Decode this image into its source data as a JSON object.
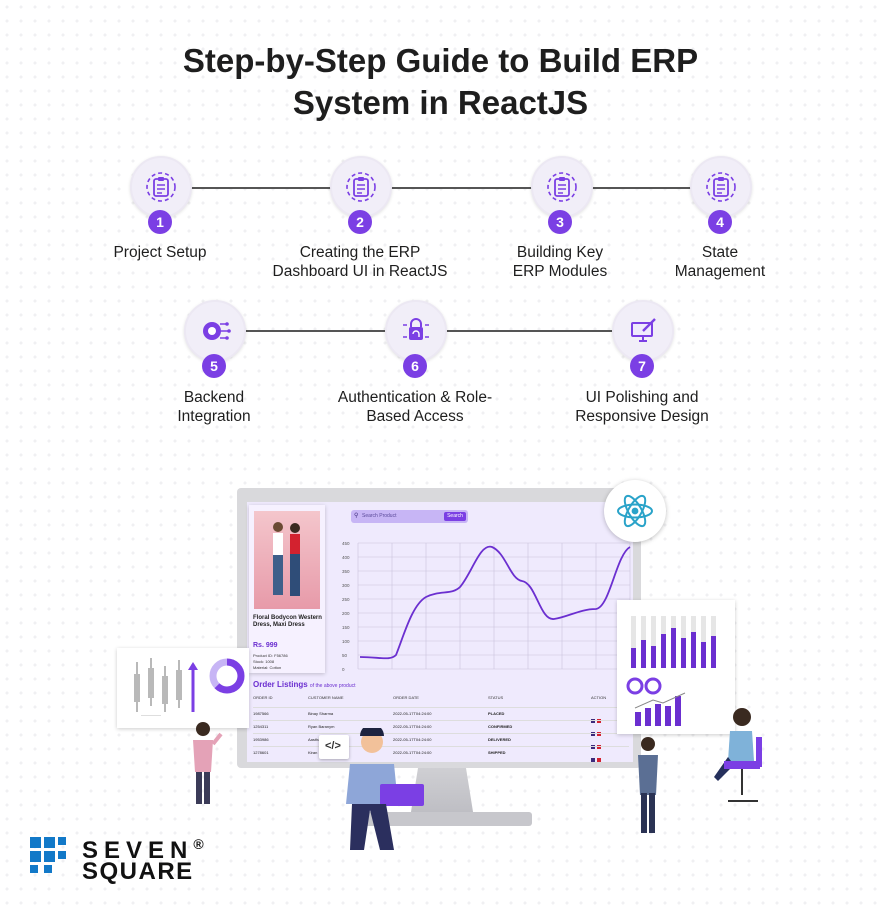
{
  "title_line1": "Step-by-Step Guide to Build ERP",
  "title_line2": "System in ReactJS",
  "steps": [
    {
      "num": "1",
      "line1": "Project Setup",
      "line2": ""
    },
    {
      "num": "2",
      "line1": "Creating the ERP",
      "line2": "Dashboard UI in ReactJS"
    },
    {
      "num": "3",
      "line1": "Building Key",
      "line2": "ERP Modules"
    },
    {
      "num": "4",
      "line1": "State",
      "line2": "Management"
    },
    {
      "num": "5",
      "line1": "Backend",
      "line2": "Integration"
    },
    {
      "num": "6",
      "line1": "Authentication & Role-",
      "line2": "Based Access"
    },
    {
      "num": "7",
      "line1": "UI Polishing and",
      "line2": "Responsive Design"
    }
  ],
  "dashboard": {
    "search_placeholder": "Search Product",
    "search_button": "Search",
    "product_name": "Floral Bodycon Western Dress, Maxi Dress",
    "price": "Rs. 999",
    "product_id": "Product ID: F56786",
    "stock": "Stock: 1008",
    "material": "Material: Cotton",
    "order_title": "Order Listings",
    "order_subtitle": "of the above product",
    "columns": [
      "ORDER ID",
      "CUSTOMER NAME",
      "ORDER DATE",
      "STATUS",
      "ACTION"
    ],
    "rows": [
      [
        "1987566",
        "Binay Sharma",
        "2022-05-17T04:24:00",
        "PLACED"
      ],
      [
        "1254311",
        "Ryan Baranym",
        "2022-05-17T04:24:00",
        "CONFIRMED"
      ],
      [
        "1953986",
        "Aastha Upadhyay",
        "2022-05-17T04:24:00",
        "DELIVERED"
      ],
      [
        "1278601",
        "Kiran",
        "2022-05-17T04:24:00",
        "SHIPPED"
      ]
    ],
    "yticks": [
      "450",
      "400",
      "350",
      "300",
      "250",
      "200",
      "150",
      "100",
      "50",
      "0"
    ]
  },
  "code_badge": "</>",
  "brand": {
    "line1": "SEVEN",
    "line2": "SQUARE",
    "reg": "®"
  },
  "colors": {
    "accent": "#7b3fe4",
    "text": "#1e1e1e"
  }
}
